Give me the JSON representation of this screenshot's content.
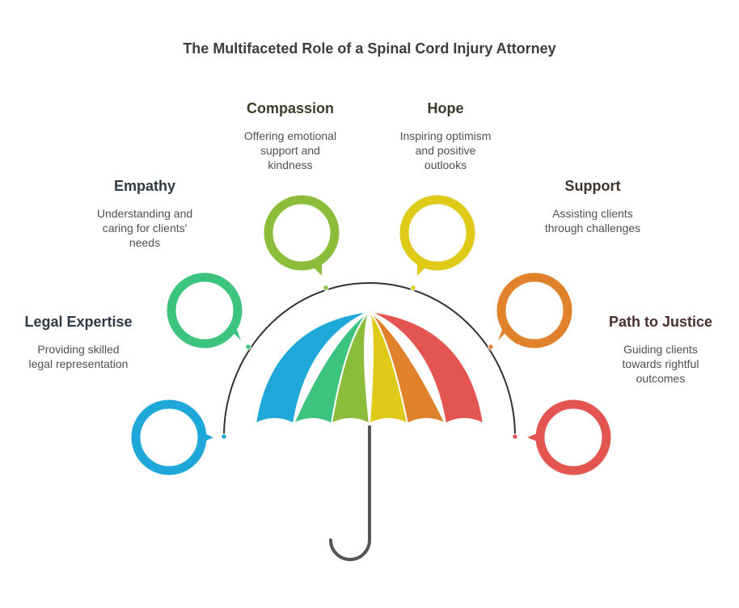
{
  "title": "The Multifaceted Role of a Spinal Cord Injury Attorney",
  "items": [
    {
      "title": "Legal Expertise",
      "desc_lines": [
        "Providing skilled",
        "legal representation"
      ],
      "color": "#1fa7d9",
      "title_color": "#2f3b46"
    },
    {
      "title": "Empathy",
      "desc_lines": [
        "Understanding and",
        "caring for clients'",
        "needs"
      ],
      "color": "#3cc47e",
      "title_color": "#2f3b46"
    },
    {
      "title": "Compassion",
      "desc_lines": [
        "Offering emotional",
        "support and",
        "kindness"
      ],
      "color": "#8cbd3a",
      "title_color": "#3b3f2a"
    },
    {
      "title": "Hope",
      "desc_lines": [
        "Inspiring optimism",
        "and positive",
        "outlooks"
      ],
      "color": "#dfca18",
      "title_color": "#3b3a2a"
    },
    {
      "title": "Support",
      "desc_lines": [
        "Assisting clients",
        "through challenges"
      ],
      "color": "#e0822c",
      "title_color": "#3f352d"
    },
    {
      "title": "Path to Justice",
      "desc_lines": [
        "Guiding clients",
        "towards rightful",
        "outcomes"
      ],
      "color": "#e35550",
      "title_color": "#4a2f2f"
    }
  ],
  "colors": {
    "arc": "#333333",
    "handle": "#555555",
    "title": "#3d3d3d"
  }
}
